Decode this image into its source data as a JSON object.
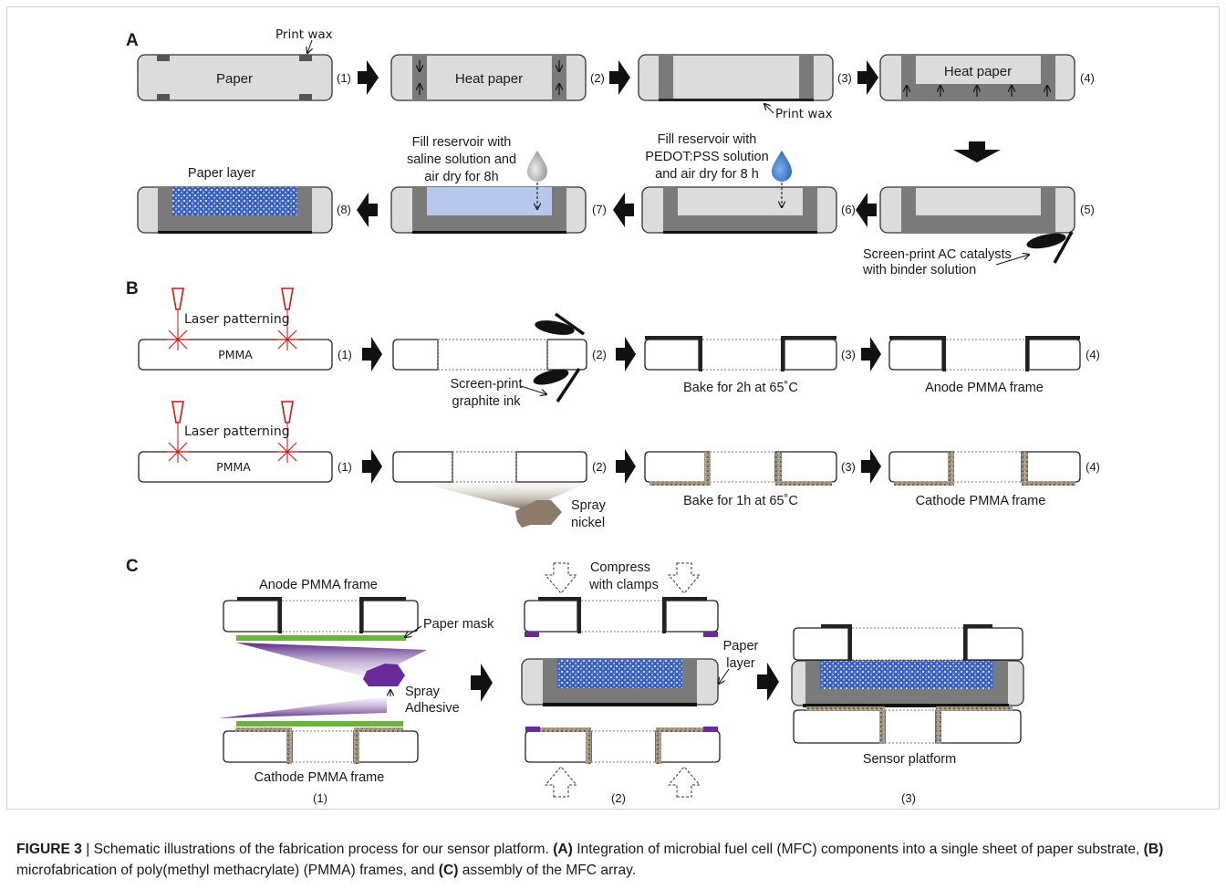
{
  "panels": {
    "A": "A",
    "B": "B",
    "C": "C"
  },
  "panelA": {
    "step1_box": "Paper",
    "step1_callout": "Print wax",
    "step2_box": "Heat paper",
    "step3_callout": "Print wax",
    "step4_box": "Heat paper",
    "step5_note": [
      "Screen-print AC catalysts",
      "with binder solution"
    ],
    "step6_note": [
      "Fill reservoir with",
      "PEDOT:PSS solution",
      "and air dry for 8 h"
    ],
    "step7_note": [
      "Fill reservoir with",
      "saline solution and",
      "air dry for 8h"
    ],
    "step8_label": "Paper layer",
    "steps": [
      "(1)",
      "(2)",
      "(3)",
      "(4)",
      "(5)",
      "(6)",
      "(7)",
      "(8)"
    ]
  },
  "panelB": {
    "laser_label": "Laser patterning",
    "pmma": "PMMA",
    "screen_print": [
      "Screen-print",
      "graphite ink"
    ],
    "bake_anode": "Bake for 2h at 65˚C",
    "anode_frame": "Anode PMMA frame",
    "spray": [
      "Spray",
      "nickel"
    ],
    "bake_cathode": "Bake for 1h at 65˚C",
    "cathode_frame": "Cathode PMMA frame",
    "steps": [
      "(1)",
      "(2)",
      "(3)",
      "(4)"
    ]
  },
  "panelC": {
    "anode_frame": "Anode PMMA frame",
    "paper_mask": "Paper mask",
    "spray_adhesive": [
      "Spray",
      "Adhesive"
    ],
    "cathode_frame": "Cathode PMMA frame",
    "compress": [
      "Compress",
      "with clamps"
    ],
    "paper_layer": [
      "Paper",
      "layer"
    ],
    "sensor_platform": "Sensor platform",
    "steps": [
      "(1)",
      "(2)",
      "(3)"
    ]
  },
  "caption": {
    "label": "FIGURE 3",
    "sep": " | ",
    "t1": "Schematic illustrations of the fabrication process for our sensor platform. ",
    "a": "(A)",
    "t2": " Integration of microbial fuel cell (MFC) components into a single sheet of paper substrate, ",
    "b": "(B)",
    "t3": " microfabrication of poly(methyl methacrylate) (PMMA) frames, and ",
    "c": "(C)",
    "t4": " assembly of the MFC array."
  },
  "colors": {
    "paper": "#dcdcdc",
    "wax": "#7a7a7a",
    "blue": "#4a6fc9",
    "green": "#6db33f",
    "purple": "#6b2a9a",
    "laser": "#e01010",
    "nickel": "#a89880"
  }
}
